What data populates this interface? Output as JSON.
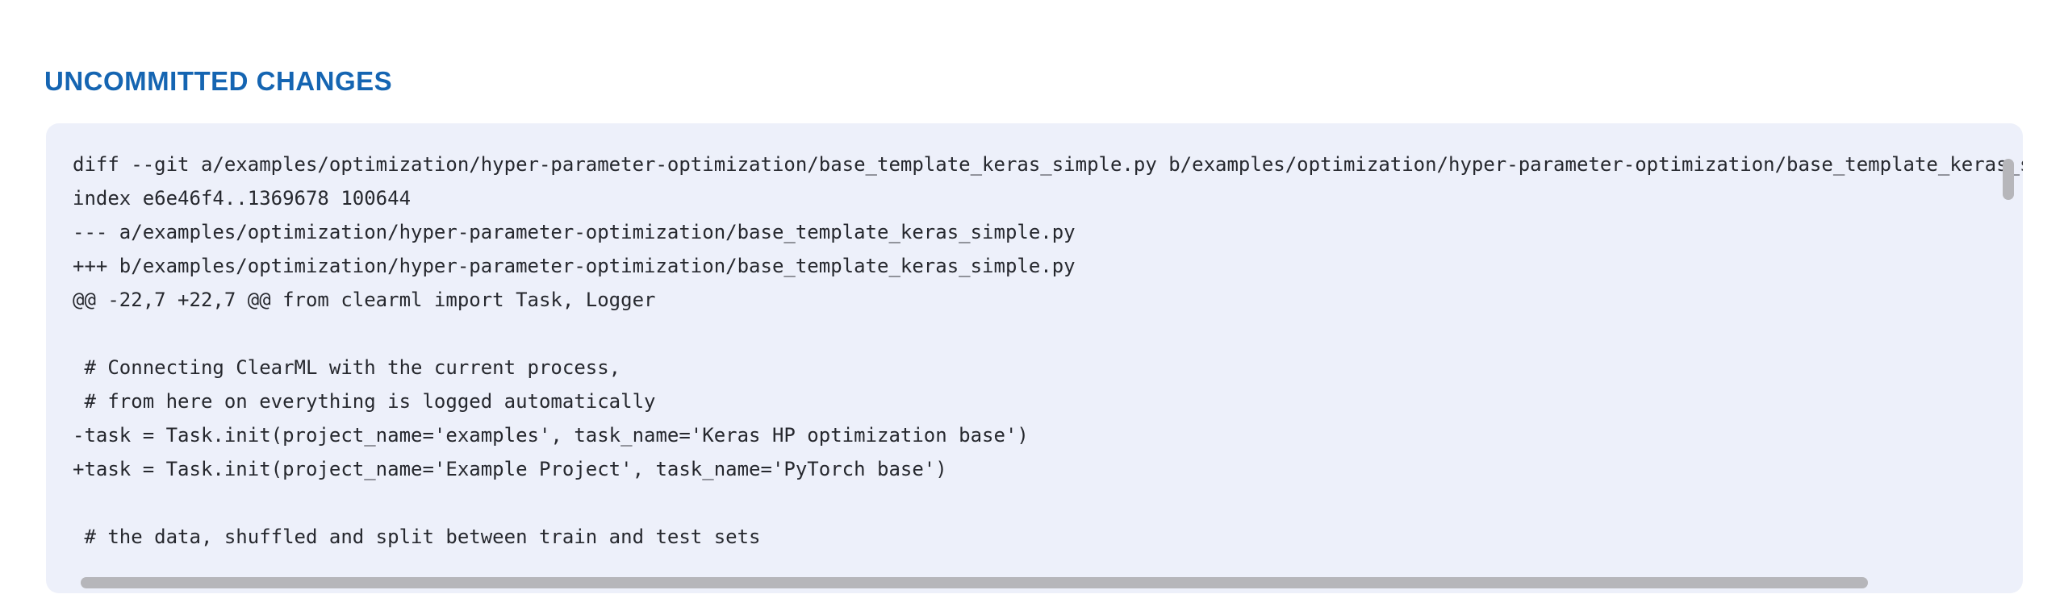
{
  "theme": {
    "accent": "#1565b2",
    "box_bg": "#edf0fa",
    "code_text": "#26282e",
    "scrollbar": "#b6b6ba",
    "page_bg": "#ffffff"
  },
  "section": {
    "title": "UNCOMMITTED CHANGES"
  },
  "diff_viewer": {
    "lines": [
      "diff --git a/examples/optimization/hyper-parameter-optimization/base_template_keras_simple.py b/examples/optimization/hyper-parameter-optimization/base_template_keras_simple.py",
      "index e6e46f4..1369678 100644",
      "--- a/examples/optimization/hyper-parameter-optimization/base_template_keras_simple.py",
      "+++ b/examples/optimization/hyper-parameter-optimization/base_template_keras_simple.py",
      "@@ -22,7 +22,7 @@ from clearml import Task, Logger",
      "",
      " # Connecting ClearML with the current process,",
      " # from here on everything is logged automatically",
      "-task = Task.init(project_name='examples', task_name='Keras HP optimization base')",
      "+task = Task.init(project_name='Example Project', task_name='PyTorch base')",
      "",
      " # the data, shuffled and split between train and test sets"
    ]
  }
}
